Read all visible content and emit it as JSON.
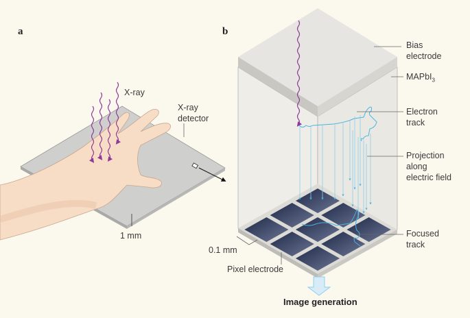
{
  "panel_a": {
    "label": "a",
    "xray": "X-ray",
    "detector_line1": "X-ray",
    "detector_line2": "detector",
    "thickness": "1 mm"
  },
  "panel_b": {
    "label": "b",
    "bias_line1": "Bias",
    "bias_line2": "electrode",
    "material": "MAPbI",
    "material_sub": "3",
    "electron_line1": "Electron",
    "electron_line2": "track",
    "projection_line1": "Projection",
    "projection_line2": "along",
    "projection_line3": "electric field",
    "focused_line1": "Focused",
    "focused_line2": "track",
    "pixel_size": "0.1 mm",
    "pixel_electrode": "Pixel electrode",
    "output": "Image generation"
  },
  "colors": {
    "background": "#fbf8ee",
    "xray": "#8e3a9a",
    "track": "#4ab3e0",
    "pixel": "#2f3b5c"
  }
}
